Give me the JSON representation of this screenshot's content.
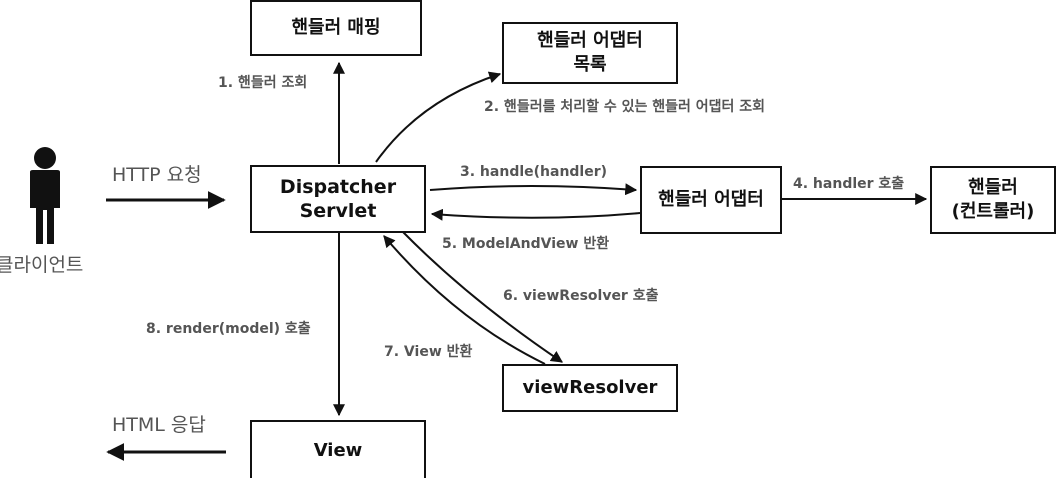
{
  "actors": {
    "client": "클라이언트"
  },
  "nodes": {
    "handler_mapping": "핸들러 매핑",
    "adapter_list": [
      "핸들러 어댑터",
      "목록"
    ],
    "dispatcher": [
      "Dispatcher",
      "Servlet"
    ],
    "handler_adapter": "핸들러 어댑터",
    "handler": [
      "핸들러",
      "(컨트롤러)"
    ],
    "view_resolver": "viewResolver",
    "view": "View"
  },
  "edges": {
    "http_request": "HTTP 요청",
    "html_response": "HTML 응답",
    "step1": "1. 핸들러 조회",
    "step2": "2. 핸들러를 처리할 수 있는 핸들러 어댑터 조회",
    "step3": "3. handle(handler)",
    "step4": "4. handler 호출",
    "step5": "5. ModelAndView 반환",
    "step6": "6. viewResolver 호출",
    "step7": "7. View 반환",
    "step8": "8. render(model) 호출"
  }
}
